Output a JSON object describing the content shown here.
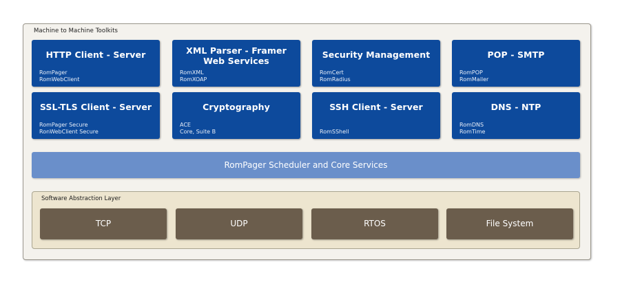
{
  "toolkits": {
    "title": "Machine to Machine Toolkits",
    "tiles": [
      {
        "title": "HTTP Client - Server",
        "sub": [
          "RomPager",
          "RomWebClient"
        ]
      },
      {
        "title": "XML Parser - Framer",
        "title2": "Web Services",
        "sub": [
          "RomXML",
          "RomXOAP"
        ]
      },
      {
        "title": "Security Management",
        "sub": [
          "RomCert",
          "RomRadius"
        ]
      },
      {
        "title": "POP - SMTP",
        "sub": [
          "RomPOP",
          "RomMailer"
        ]
      },
      {
        "title": "SSL-TLS Client - Server",
        "sub": [
          "RomPager Secure",
          "RonWebClient Secure"
        ]
      },
      {
        "title": "Cryptography",
        "sub": [
          "ACE",
          "Core, Suite B"
        ]
      },
      {
        "title": "SSH Client - Server",
        "sub": [
          "RomSShell"
        ]
      },
      {
        "title": "DNS - NTP",
        "sub": [
          "RomDNS",
          "RomTime"
        ]
      }
    ]
  },
  "scheduler": {
    "label": "RomPager Scheduler and Core Services"
  },
  "abstraction": {
    "title": "Software Abstraction Layer",
    "items": [
      "TCP",
      "UDP",
      "RTOS",
      "File System"
    ]
  },
  "colors": {
    "tile": "#0d4a9c",
    "scheduler": "#6a8fca",
    "abstraction_bg": "#ede5cf",
    "protocol": "#6b5d4c",
    "panel": "#f4f2ed"
  }
}
